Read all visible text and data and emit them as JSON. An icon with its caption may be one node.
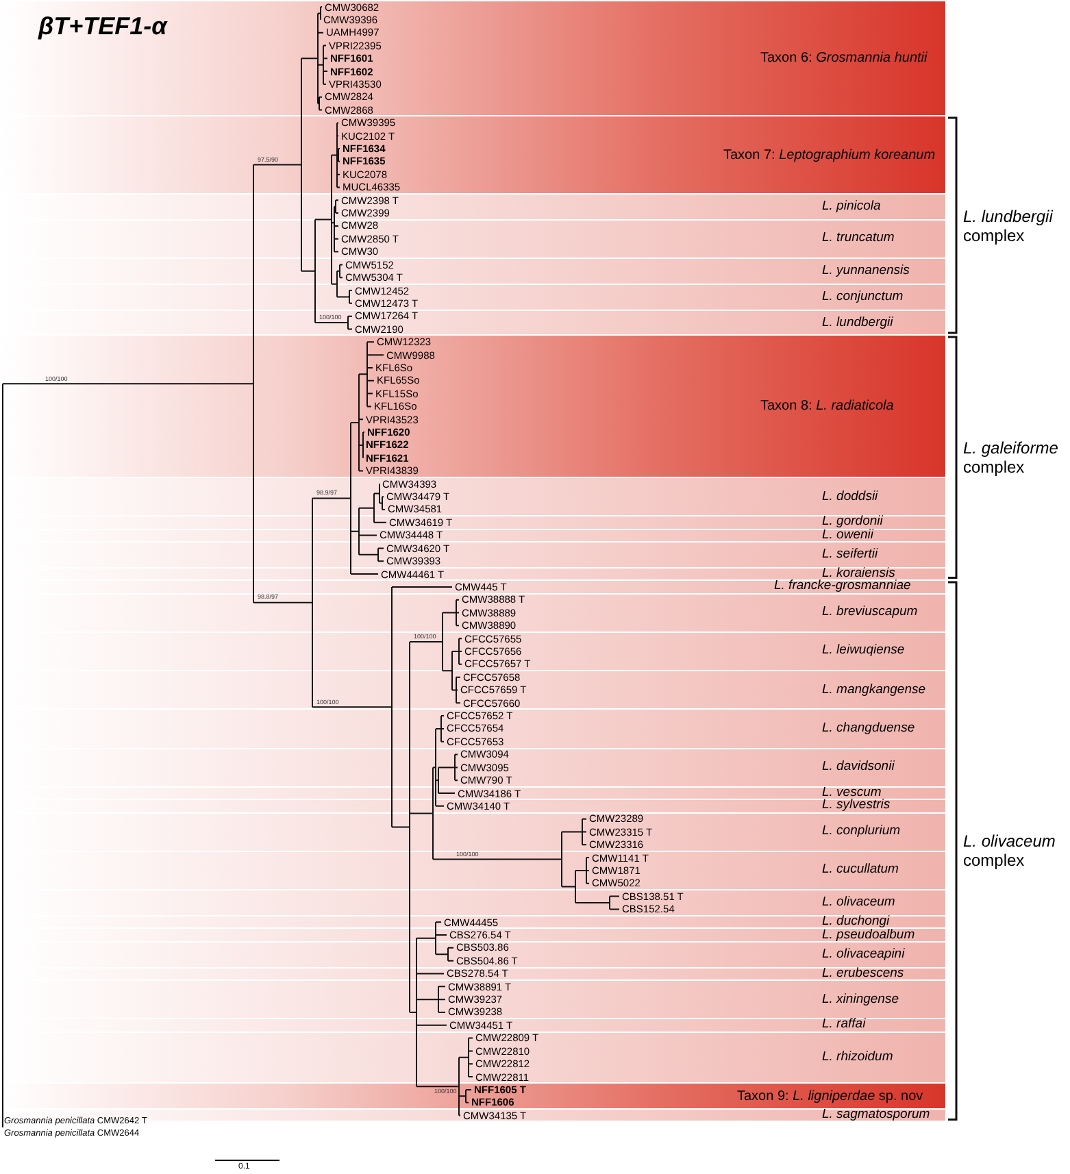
{
  "diagram": {
    "title": "βT+TEF1-α",
    "nodes": [
      {
        "text": [
          "CMW30682",
          "CMW39396",
          "UAMH4997",
          "VPRI22395",
          "**NFF1601**",
          "**NFF1602**",
          "VPRI43530",
          "CMW2824",
          "CMW2868",
          "Taxon 6: *Grosmannia huntii*"
        ]
      },
      {
        "text": [
          "CMW39395",
          "KUC2102 T",
          "**NFF1634**",
          "**NFF1635**",
          "KUC2078",
          "MUCL46335",
          "Taxon 7: *Leptographium koreanum*"
        ]
      },
      {
        "text": [
          "CMW2398 T",
          "CMW2399",
          "*L. pinicola*"
        ]
      },
      {
        "text": [
          "CMW28",
          "CMW2850 T",
          "CMW30",
          "*L. truncatum*"
        ]
      },
      {
        "text": [
          "CMW5152",
          "CMW5304 T",
          "*L. yunnanensis*"
        ]
      },
      {
        "text": [
          "CMW12452",
          "CMW12473 T",
          "*L. conjunctum*"
        ]
      },
      {
        "text": [
          "CMW17264 T",
          "CMW2190",
          "*L. lundbergii*"
        ]
      },
      {
        "text": [
          "CMW12323",
          "CMW9988",
          "KFL6So",
          "KFL65So",
          "KFL15So",
          "KFL16So",
          "VPRI43523",
          "**NFF1620**",
          "**NFF1622**",
          "**NFF1621**",
          "VPRI43839",
          "Taxon 8: *L. radiaticola*"
        ]
      },
      {
        "text": [
          "CMW34393",
          "CMW34479 T",
          "CMW34581",
          "*L. doddsii*"
        ]
      },
      {
        "text": [
          "CMW34619 T",
          "*L. gordonii*"
        ]
      },
      {
        "text": [
          "CMW34448 T",
          "*L. owenii*"
        ]
      },
      {
        "text": [
          "CMW34620 T",
          "CMW39393",
          "*L. seifertii*"
        ]
      },
      {
        "text": [
          "CMW44461 T",
          "*L. koraiensis*"
        ]
      },
      {
        "text": [
          "CMW445 T",
          "*L. francke-grosmanniae*"
        ]
      },
      {
        "text": [
          "CMW38888 T",
          "CMW38889",
          "CMW38890",
          "*L. breviuscapum*"
        ]
      },
      {
        "text": [
          "CFCC57655",
          "CFCC57656",
          "CFCC57657 T",
          "*L. leiwuqiense*"
        ]
      },
      {
        "text": [
          "CFCC57658",
          "CFCC57659 T",
          "CFCC57660",
          "*L. mangkangense*"
        ]
      },
      {
        "text": [
          "CFCC57652 T",
          "CFCC57654",
          "CFCC57653",
          "*L. changduense*"
        ]
      },
      {
        "text": [
          "CMW3094",
          "CMW3095",
          "CMW790 T",
          "*L. davidsonii*"
        ]
      },
      {
        "text": [
          "CMW34186 T",
          "*L. vescum*"
        ]
      },
      {
        "text": [
          "CMW34140 T",
          "*L. sylvestris*"
        ]
      },
      {
        "text": [
          "CMW23289",
          "CMW23315 T",
          "CMW23316",
          "*L. conplurium*"
        ]
      },
      {
        "text": [
          "CMW1141 T",
          "CMW1871",
          "CMW5022",
          "*L. cucullatum*"
        ]
      },
      {
        "text": [
          "CBS138.51 T",
          "CBS152.54",
          "*L. olivaceum*"
        ]
      },
      {
        "text": [
          "CMW44455",
          "*L. duchongi*"
        ]
      },
      {
        "text": [
          "CBS276.54 T",
          "*L. pseudoalbum*"
        ]
      },
      {
        "text": [
          "CBS503.86",
          "CBS504.86 T",
          "*L. olivaceapini*"
        ]
      },
      {
        "text": [
          "CBS278.54 T",
          "*L. erubescens*"
        ]
      },
      {
        "text": [
          "CMW38891 T",
          "CMW39237",
          "CMW39238",
          "*L. xiningense*"
        ]
      },
      {
        "text": [
          "CMW34451 T",
          "*L. raffai*"
        ]
      },
      {
        "text": [
          "CMW22809 T",
          "CMW22810",
          "CMW22812",
          "CMW22811",
          "*L. rhizoidum*"
        ]
      },
      {
        "text": [
          "**NFF1605 T**",
          "**NFF1606**",
          "Taxon 9: *L. ligniperdae* sp. nov"
        ]
      },
      {
        "text": [
          "CMW34135 T",
          "*L. sagmatosporum*"
        ]
      }
    ],
    "labels": [
      "97.5/90",
      "*L. lundbergii* complex",
      "100/100",
      "100/100",
      "*L. galeiforme* complex",
      "98.9/97",
      "98.8/97",
      "100/100",
      "100/100",
      "100/100",
      "*L. olivaceum* complex",
      "100/100",
      "*Grosmannia penicillata* CMW2642 T",
      "*Grosmannia penicillata* CMW2644",
      "0.1"
    ]
  }
}
